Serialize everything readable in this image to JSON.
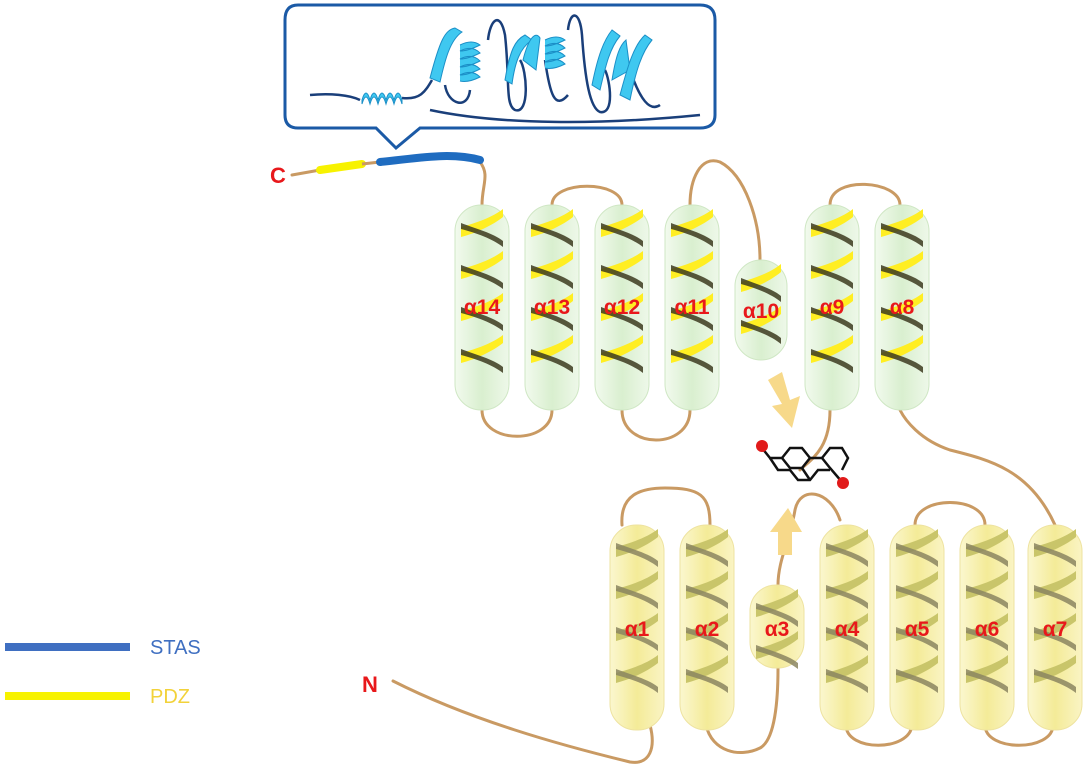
{
  "terminals": {
    "c": "C",
    "n": "N"
  },
  "helices": {
    "top": [
      "α14",
      "α13",
      "α12",
      "α11",
      "α10",
      "α9",
      "α8"
    ],
    "bottom": [
      "α1",
      "α2",
      "α3",
      "α4",
      "α5",
      "α6",
      "α7"
    ]
  },
  "legend": [
    {
      "label": "STAS",
      "color": "#3f6fc1"
    },
    {
      "label": "PDZ",
      "color": "#f7f200"
    }
  ],
  "colors": {
    "loop": "#c99a63",
    "top_helix_fill": "#e4f3dc",
    "bottom_helix_fill": "#f8f2b6",
    "top_stripe": "#ffee22",
    "bottom_stripe": "#c9c56a",
    "label": "#e8181b",
    "stas_domain": "#1f6cc0",
    "inset_ribbon": "#3fc8f0",
    "inset_border": "#1b5aa6"
  },
  "icons": {
    "substrate": "steroid-molecule-icon",
    "movement": "arrow-icon"
  }
}
